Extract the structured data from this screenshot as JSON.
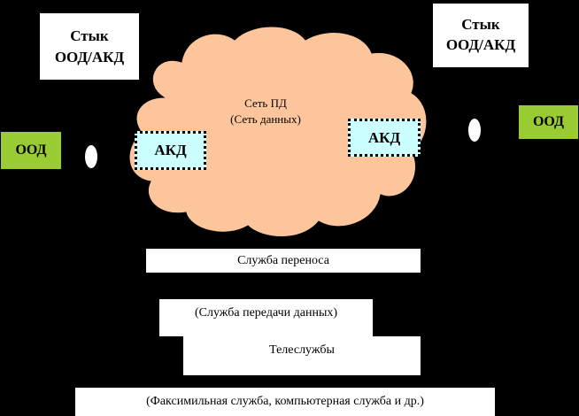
{
  "interface_left": {
    "line1": "Стык",
    "line2": "ООД/АКД"
  },
  "interface_right": {
    "line1": "Стык",
    "line2": "ООД/АКД"
  },
  "dte_left": "ООД",
  "dte_right": "ООД",
  "network": {
    "line1": "Сеть ПД",
    "line2": "(Сеть данных)"
  },
  "dce_left": "АКД",
  "dce_right": "АКД",
  "services": {
    "bearer": "Служба переноса",
    "bearer_note": "(Служба передачи данных)",
    "tele": "Телеслужбы",
    "tele_note": "(Факсимильная служба, компьютерная служба и др.)"
  },
  "colors": {
    "background": "#000000",
    "cloud_fill": "#fdc59b",
    "dte_fill": "#99cc33",
    "dce_fill": "#ccffff"
  }
}
